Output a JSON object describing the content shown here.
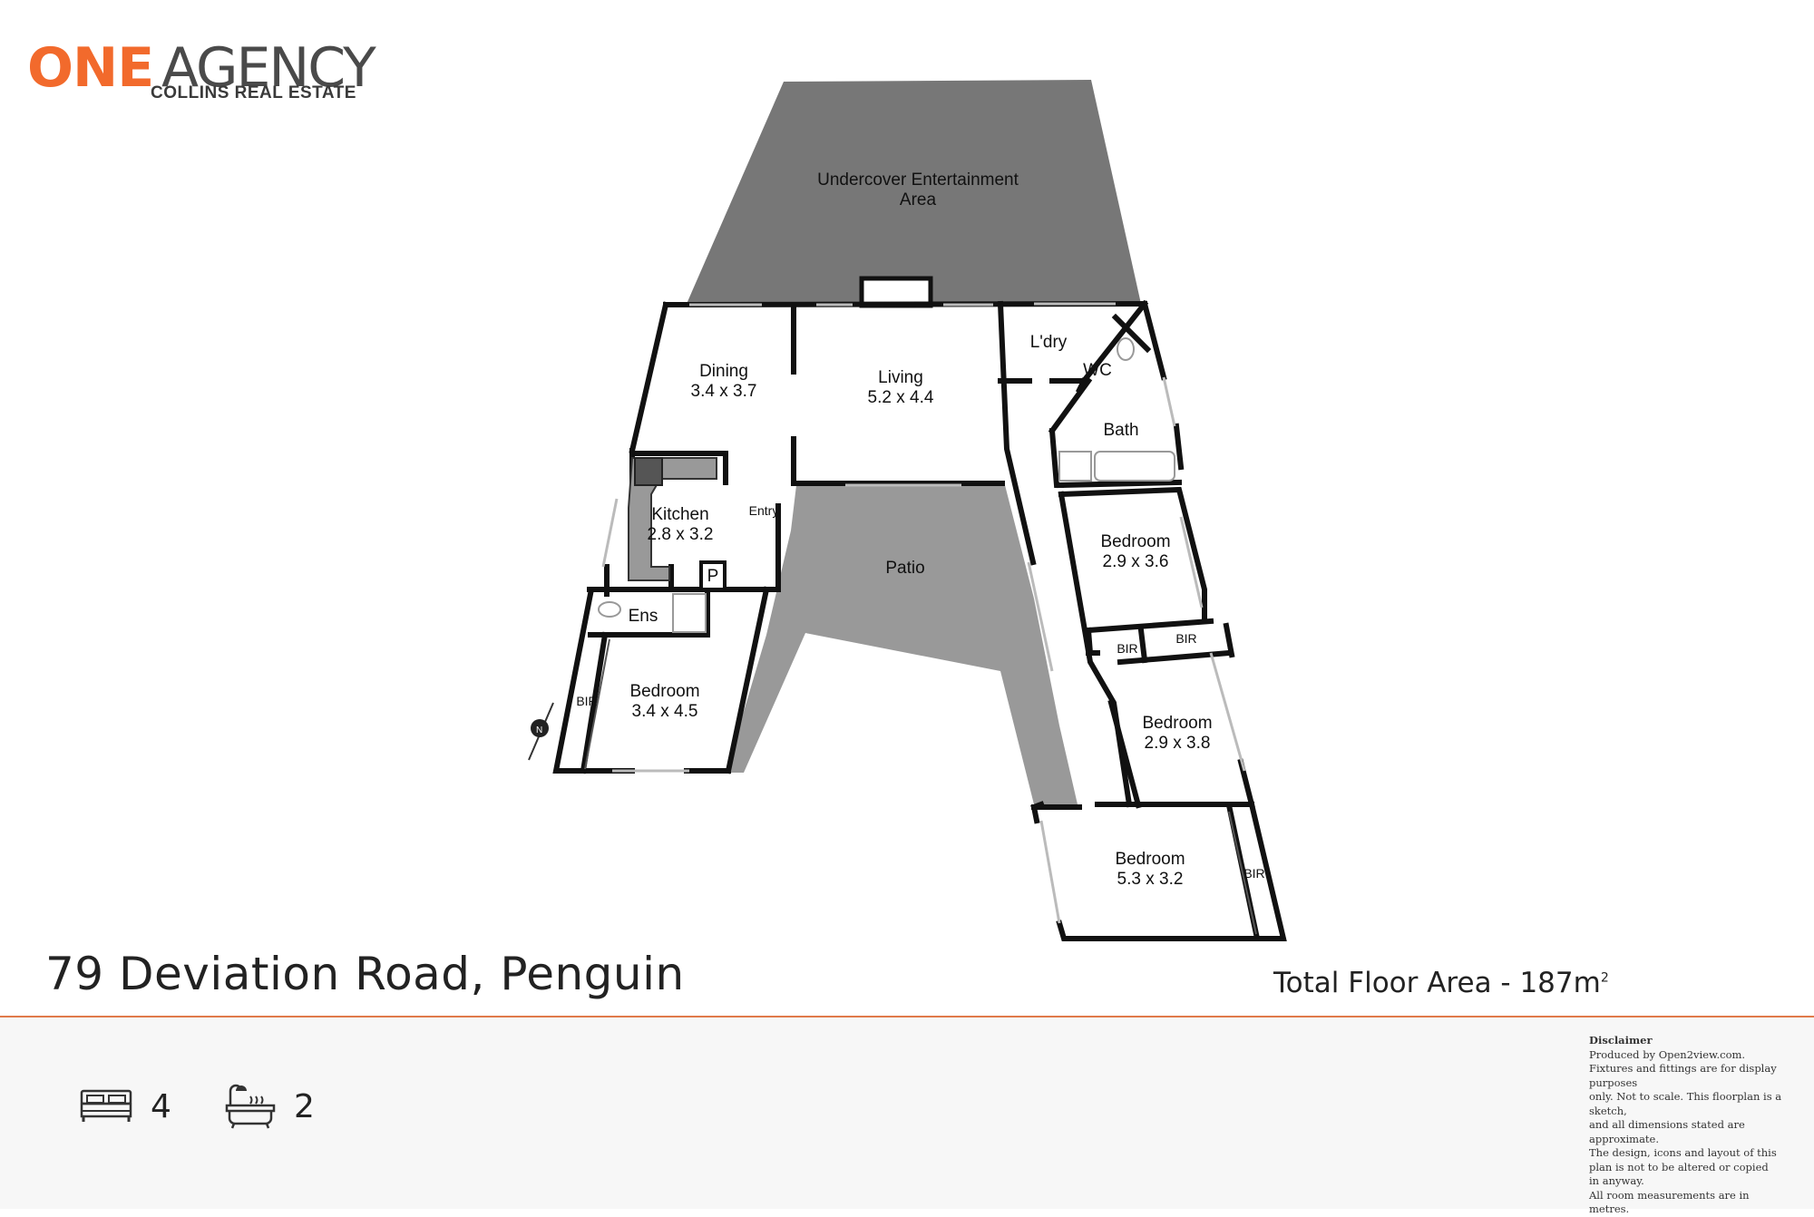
{
  "brand": {
    "logo_word_1": "ONE",
    "logo_word_2": "AGENCY",
    "logo_sub": "COLLINS REAL ESTATE",
    "accent_color": "#f26a2c"
  },
  "rooms": {
    "entertainment": "Undercover Entertainment",
    "entertainment_2": "Area",
    "dining": "Dining",
    "dining_size": "3.4 x 3.7",
    "living": "Living",
    "living_size": "5.2 x 4.4",
    "laundry": "L'dry",
    "wc": "WC",
    "bath": "Bath",
    "kitchen": "Kitchen",
    "kitchen_size": "2.8 x 3.2",
    "entry": "Entry",
    "pantry": "P",
    "patio": "Patio",
    "ensuite": "Ens",
    "bedroom1": "Bedroom",
    "bedroom1_size": "3.4 x 4.5",
    "bir1": "BIR",
    "bedroom2": "Bedroom",
    "bedroom2_size": "2.9 x 3.6",
    "bir2a": "BIR",
    "bir2b": "BIR",
    "bedroom3": "Bedroom",
    "bedroom3_size": "2.9 x 3.8",
    "bedroom4": "Bedroom",
    "bedroom4_size": "5.3 x 3.2",
    "bir4": "BIR",
    "compass": "N"
  },
  "property": {
    "address": "79 Deviation Road, Penguin",
    "total_area_label": "Total Floor Area - 187m",
    "total_area_sup": "2"
  },
  "stats": {
    "bedrooms": "4",
    "bathrooms": "2",
    "bed_icon": "bed-icon",
    "bath_icon": "bathtub-icon"
  },
  "disclaimer": {
    "title": "Disclaimer",
    "lines": [
      "Produced by Open2view.com.",
      "Fixtures and fittings are for display purposes",
      "only. Not to scale. This floorplan is a sketch,",
      "and all dimensions stated are approximate.",
      "The design, icons and layout of this",
      "plan is not to be altered or copied",
      "in anyway.",
      "All room measurements are in",
      "metres."
    ]
  }
}
